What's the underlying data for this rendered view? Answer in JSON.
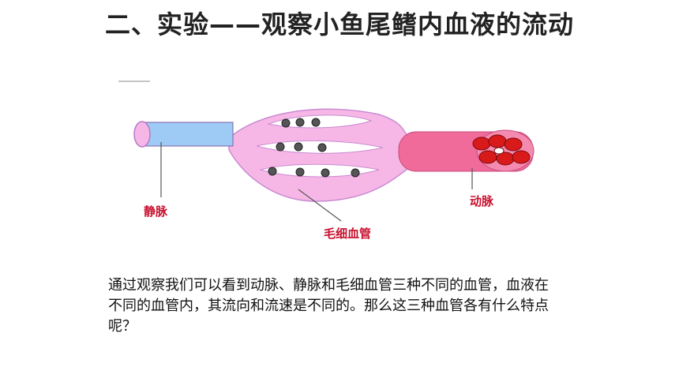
{
  "slide": {
    "title": "二、实验——观察小鱼尾鳍内血液的流动"
  },
  "diagram": {
    "labels": {
      "vein": "静脉",
      "artery": "动脉",
      "capillary": "毛细血管"
    },
    "colors": {
      "vein": "#9ecbf5",
      "artery": "#f06a9a",
      "capillary": "#f7b7e6",
      "capillary_stroke": "#c98ad1",
      "label": "#c8102e",
      "red_cell": "#d91a1a",
      "white_cell": "#555555"
    }
  },
  "text": {
    "paragraph": "通过观察我们可以看到动脉、静脉和毛细血管三种不同的血管，血液在不同的血管内，其流向和流速是不同的。那么这三种血管各有什么特点呢？"
  }
}
